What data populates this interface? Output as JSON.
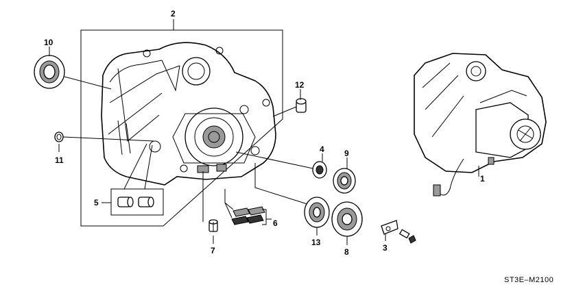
{
  "diagram": {
    "code": "ST3E–M2100",
    "callouts": [
      {
        "id": "1",
        "label": "1"
      },
      {
        "id": "2",
        "label": "2"
      },
      {
        "id": "3",
        "label": "3"
      },
      {
        "id": "4",
        "label": "4"
      },
      {
        "id": "5",
        "label": "5"
      },
      {
        "id": "6",
        "label": "6"
      },
      {
        "id": "7",
        "label": "7"
      },
      {
        "id": "8",
        "label": "8"
      },
      {
        "id": "9",
        "label": "9"
      },
      {
        "id": "10",
        "label": "10"
      },
      {
        "id": "11",
        "label": "11"
      },
      {
        "id": "12",
        "label": "12"
      },
      {
        "id": "13",
        "label": "13"
      }
    ]
  }
}
